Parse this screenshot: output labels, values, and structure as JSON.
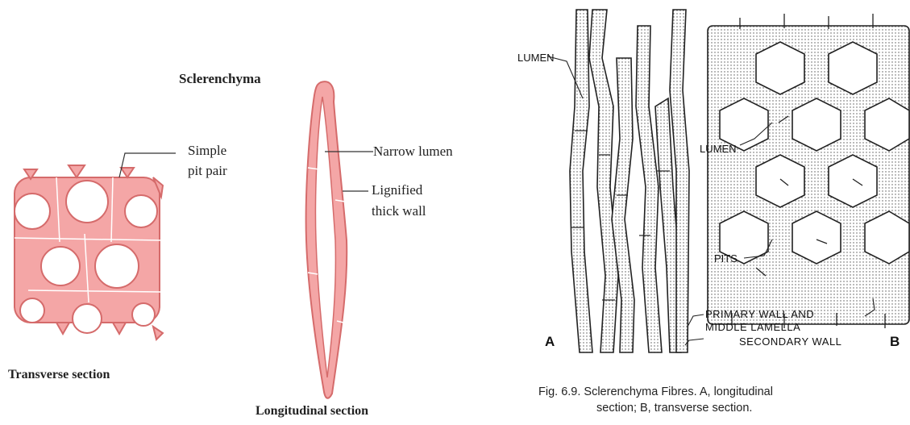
{
  "left_figure": {
    "title": "Sclerenchyma",
    "labels": {
      "simple_pit_pair_line1": "Simple",
      "simple_pit_pair_line2": "pit pair",
      "narrow_lumen": "Narrow lumen",
      "lignified_line1": "Lignified",
      "lignified_line2": "thick wall"
    },
    "captions": {
      "transverse": "Transverse section",
      "longitudinal": "Longitudinal section"
    },
    "colors": {
      "fill": "#f4a6a6",
      "stroke": "#d56b6b"
    }
  },
  "right_figure": {
    "labels": {
      "lumen_a": "LUMEN",
      "lumen_b": "LUMEN",
      "pits": "PITS",
      "primary_wall_line1": "PRIMARY WALL AND",
      "primary_wall_line2": "MIDDLE LAMELLA",
      "secondary_wall": "SECONDARY WALL",
      "panel_a": "A",
      "panel_b": "B"
    },
    "caption_line1": "Fig. 6.9. Sclerenchyma Fibres. A, longitudinal",
    "caption_line2": "section; B, transverse section."
  }
}
